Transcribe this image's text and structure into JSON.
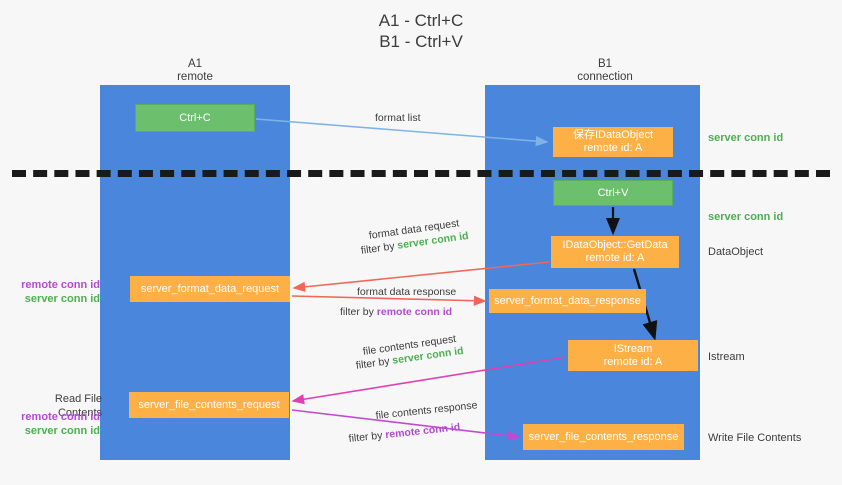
{
  "title": "A1 - Ctrl+C\nB1 - Ctrl+V",
  "columns": {
    "left": "A1\nremote",
    "right": "B1\nconnection"
  },
  "colors": {
    "lane": "#4a86db",
    "box_orange": "#fcb045",
    "box_green": "#6cbf6c",
    "server_conn_id": "#4caf50",
    "remote_conn_id": "#b44ad0",
    "text": "#3c3c3c",
    "background": "#f7f7f7",
    "separator": "#1a1a1a"
  },
  "boxes": {
    "ctrl_c": "Ctrl+C",
    "save_dataobject": "保存IDataObject\nremote id: A",
    "ctrl_v": "Ctrl+V",
    "getdata": "IDataObject::GetData\nremote id: A",
    "server_format_data_request": "server_format_data_request",
    "server_format_data_response": "server_format_data_response",
    "istream": "IStream\nremote id: A",
    "server_file_contents_request": "server_file_contents_request",
    "server_file_contents_response": "server_file_contents_response"
  },
  "side_labels": {
    "server_conn_id_top": "server conn id",
    "server_conn_id_mid": "server conn id",
    "dataobject": "DataObject",
    "istream": "Istream",
    "write_file_contents": "Write File Contents",
    "read_file_contents": "Read File Contents",
    "remote_conn_id": "remote conn id",
    "server_conn_id": "server conn id"
  },
  "arrow_labels": {
    "format_list": "format list",
    "format_data_request": "format data request",
    "filter_by": "filter by ",
    "server_conn_id": "server conn id",
    "remote_conn_id": "remote conn id",
    "format_data_response": "format data response",
    "file_contents_request": "file contents request",
    "file_contents_response": "file contents response"
  }
}
